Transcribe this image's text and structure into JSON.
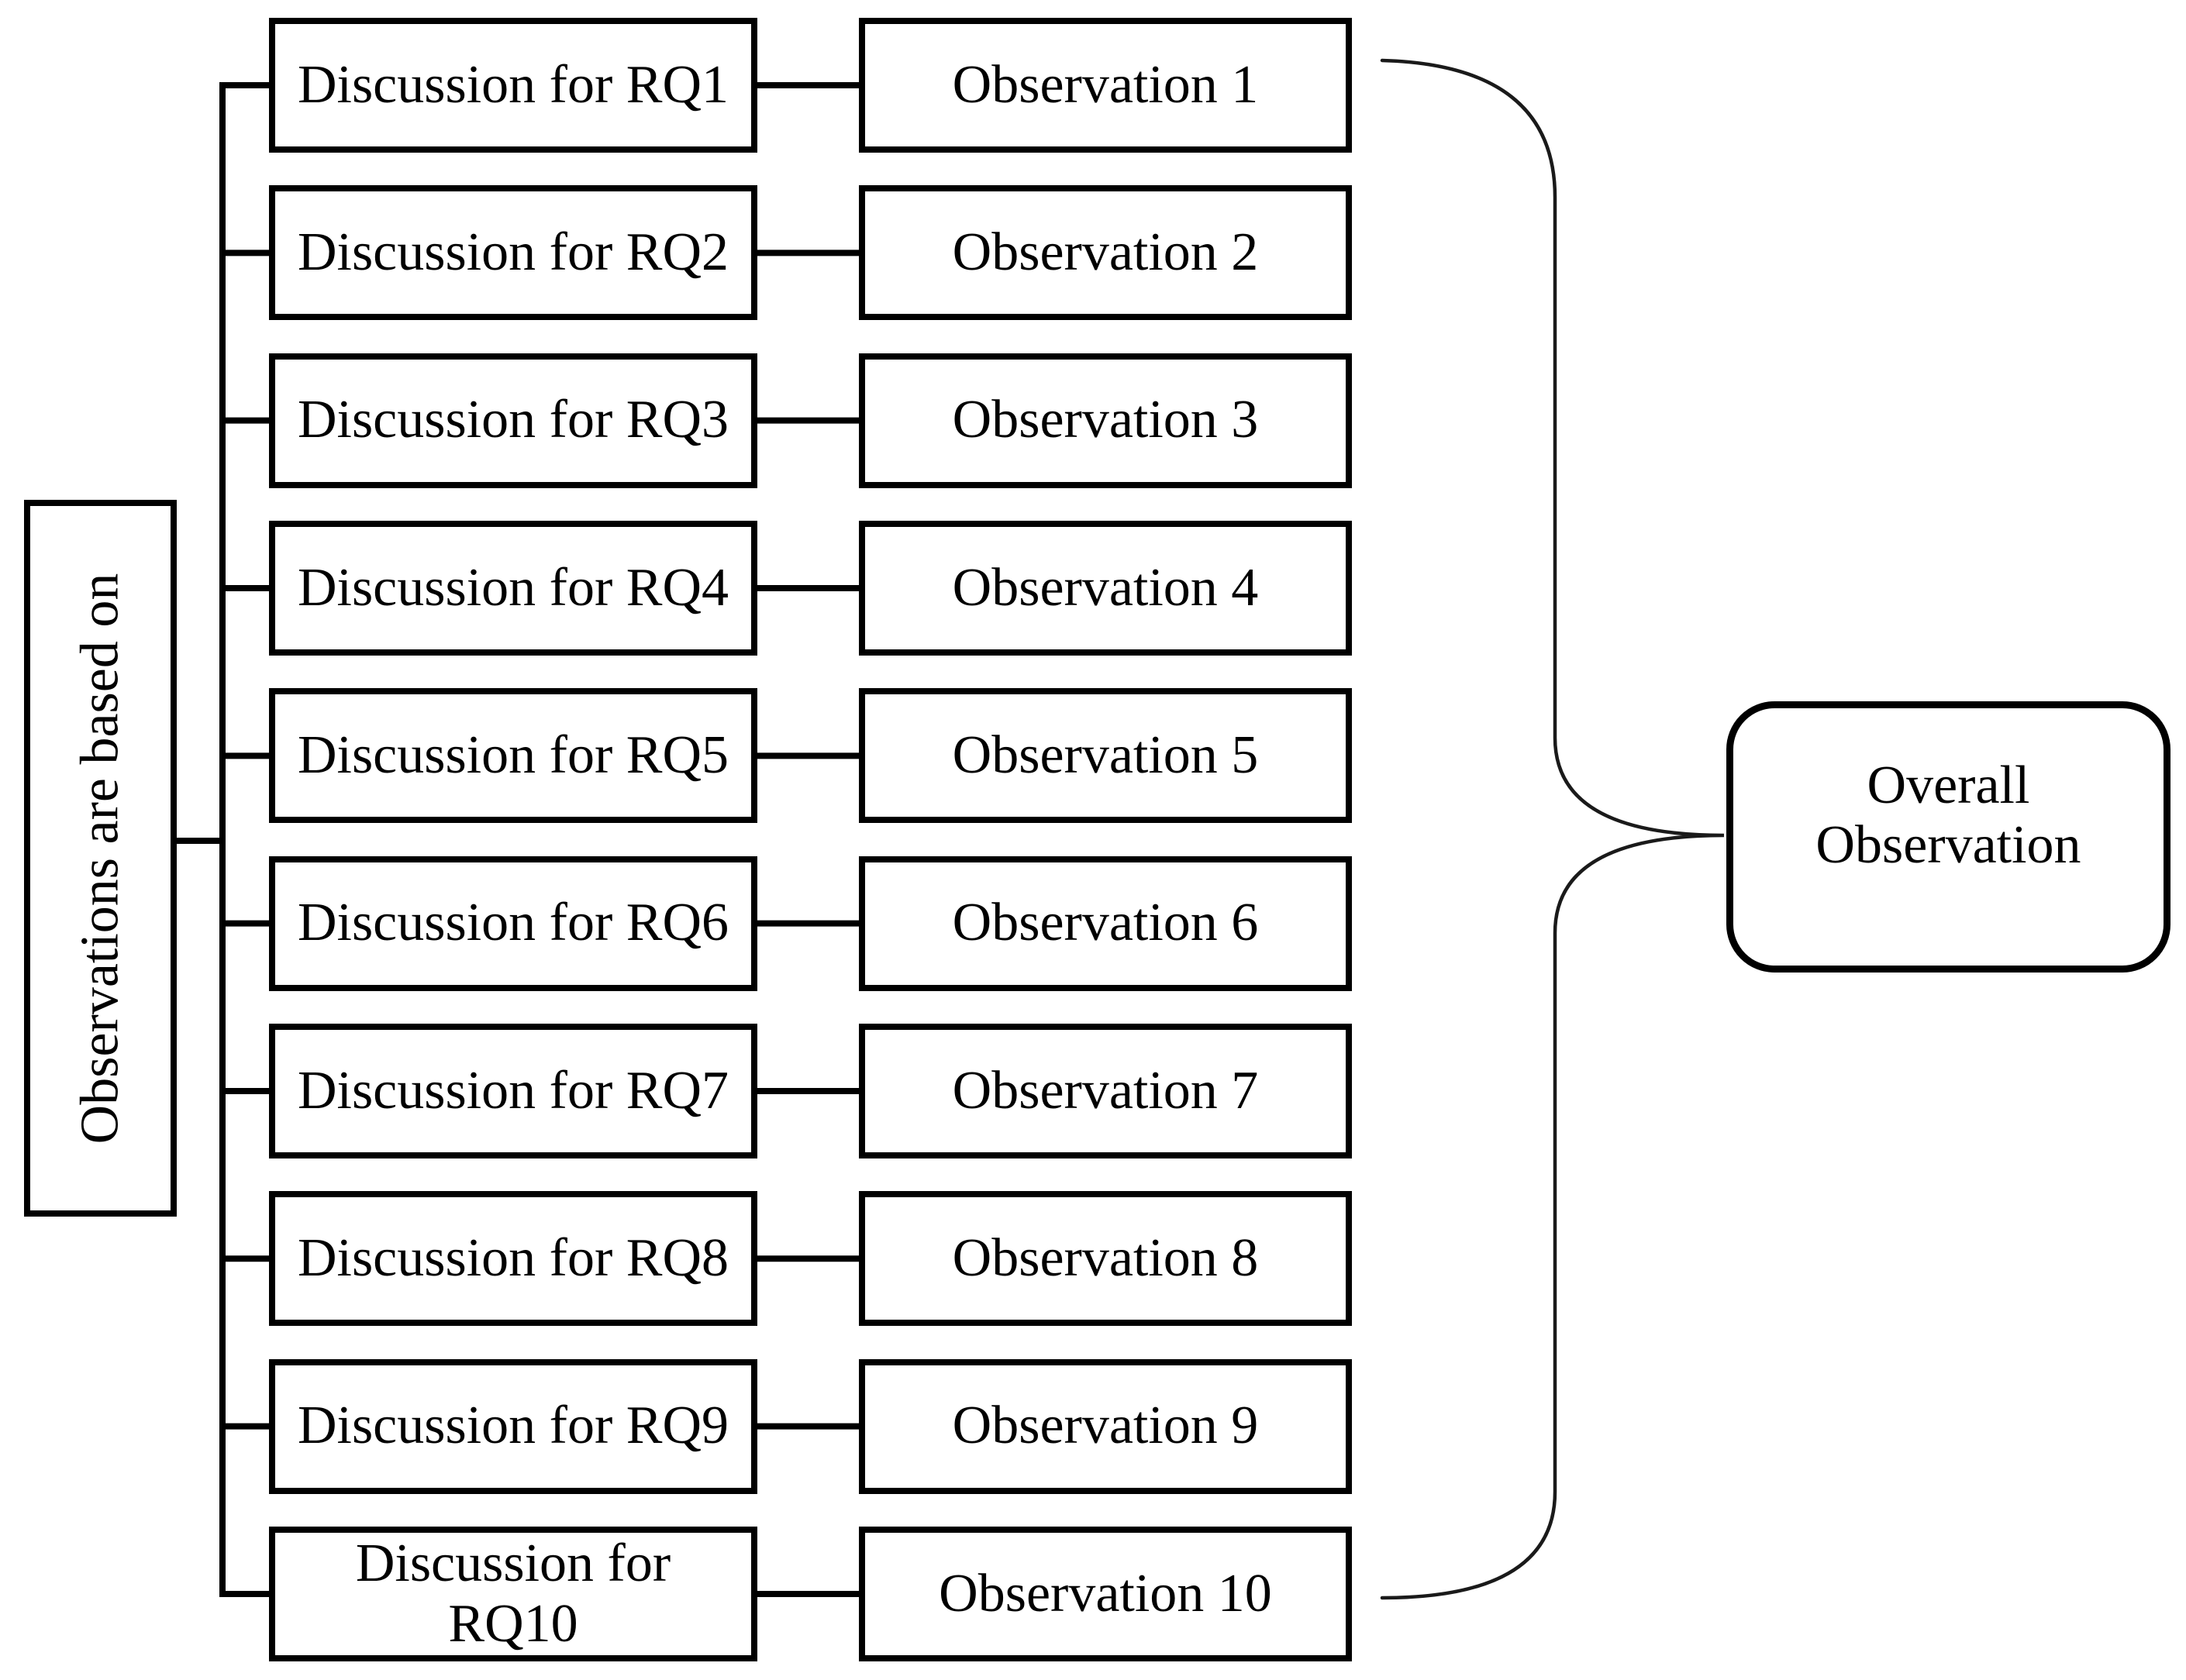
{
  "diagram": {
    "left_label": "Observations are based on",
    "rows": [
      {
        "discussion": "Discussion for RQ1",
        "observation": "Observation 1"
      },
      {
        "discussion": "Discussion for RQ2",
        "observation": "Observation 2"
      },
      {
        "discussion": "Discussion for RQ3",
        "observation": "Observation 3"
      },
      {
        "discussion": "Discussion for RQ4",
        "observation": "Observation 4"
      },
      {
        "discussion": "Discussion for RQ5",
        "observation": "Observation 5"
      },
      {
        "discussion": "Discussion for RQ6",
        "observation": "Observation 6"
      },
      {
        "discussion": "Discussion for RQ7",
        "observation": "Observation 7"
      },
      {
        "discussion": "Discussion for RQ8",
        "observation": "Observation 8"
      },
      {
        "discussion": "Discussion for RQ9",
        "observation": "Observation 9"
      },
      {
        "discussion": "Discussion for RQ10",
        "observation": "Observation 10"
      }
    ],
    "overall": {
      "line1": "Overall",
      "line2": "Observation"
    }
  },
  "colors": {
    "background": "#ffffff",
    "line": "#000000",
    "text": "#000000",
    "brace": "#1a1a1a"
  }
}
